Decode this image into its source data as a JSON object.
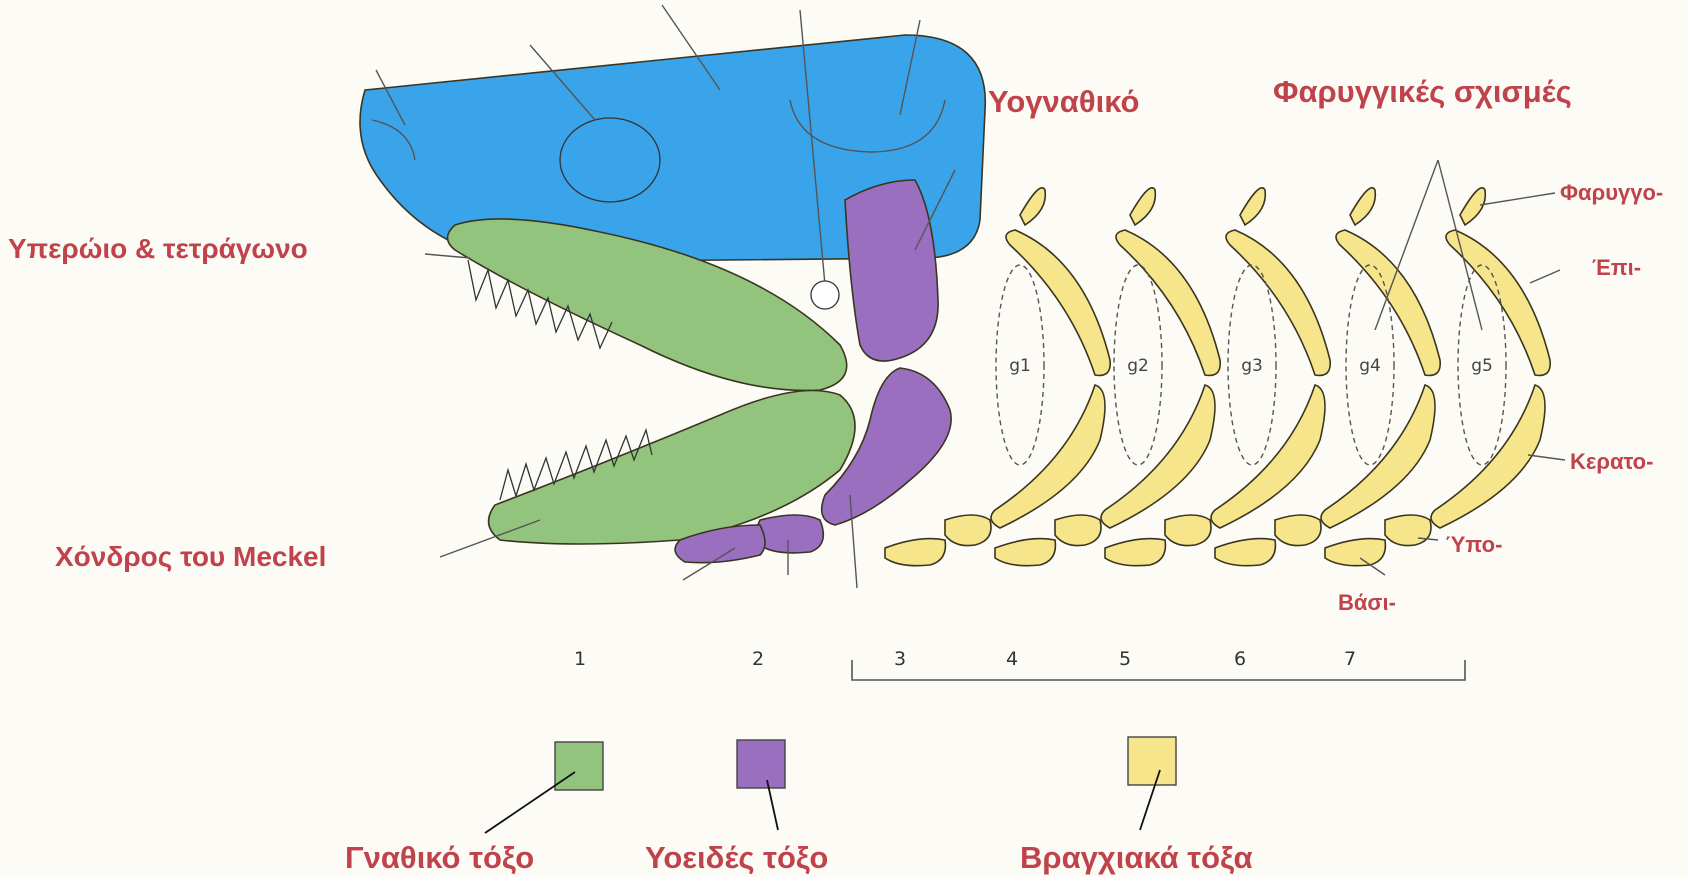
{
  "labels": {
    "palatoquadrate": "Υπερώιο & τετράγωνο",
    "meckel": "Χόνδρος του Meckel",
    "hyomandibular": "Υογναθικό",
    "pharyngeal_slits": "Φαρυγγικές σχισμές",
    "pharyngo": "Φαρυγγο-",
    "epi": "Έπι-",
    "cerato": "Κερατο-",
    "hypo": "Ύπο-",
    "basi": "Βάσι-"
  },
  "gill_slits": [
    "g1",
    "g2",
    "g3",
    "g4",
    "g5"
  ],
  "arch_numbers": [
    "1",
    "2",
    "3",
    "4",
    "5",
    "6",
    "7"
  ],
  "legend": [
    {
      "label": "Γναθικό τόξο",
      "color": "#93c47d"
    },
    {
      "label": "Υοειδές τόξο",
      "color": "#9b6fc0"
    },
    {
      "label": "Βραγχιακά τόξα",
      "color": "#f6e58a"
    }
  ],
  "colors": {
    "chondrocranium": "#3aa4ea",
    "mandibular": "#93c47d",
    "hyoid": "#9b6fc0",
    "branchial": "#f6e58a",
    "label_text": "#c0434b"
  }
}
